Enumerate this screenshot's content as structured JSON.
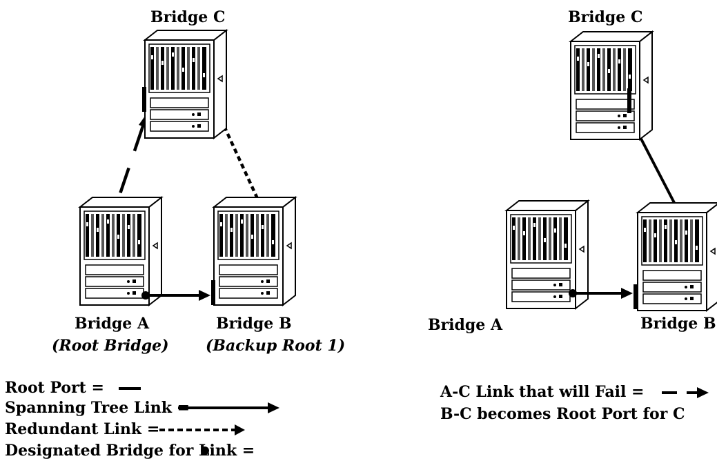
{
  "left_panel": {
    "bridge_c": "Bridge C",
    "bridge_a": "Bridge A",
    "bridge_a_role": "(Root Bridge)",
    "bridge_b": "Bridge B",
    "bridge_b_role": "(Backup Root 1)"
  },
  "right_panel": {
    "bridge_c": "Bridge C",
    "bridge_a": "Bridge A",
    "bridge_b": "Bridge B"
  },
  "legend_left": {
    "root_port": "Root Port =",
    "spanning_tree_link": "Spanning Tree Link =",
    "redundant_link": "Redundant Link =",
    "designated_bridge": "Designated Bridge for Link ="
  },
  "legend_right": {
    "failing_link": "A-C Link that will Fail =",
    "new_root_port": "B-C becomes Root Port for C"
  },
  "icons": {
    "bridge": "network-switch-chassis-icon",
    "port_marker": "root-port-bar-icon",
    "designated": "filled-dot-icon"
  },
  "colors": {
    "ink": "#000000",
    "background": "#ffffff"
  }
}
